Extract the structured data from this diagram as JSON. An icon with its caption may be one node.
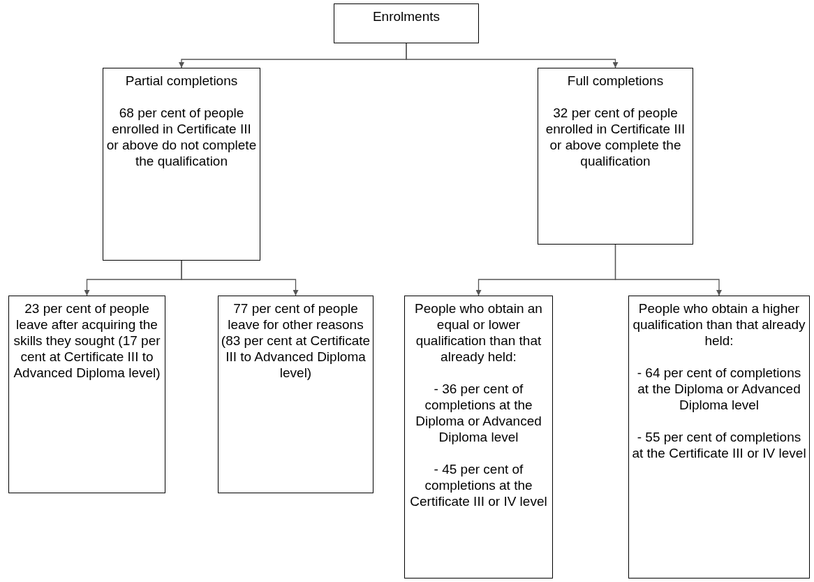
{
  "diagram": {
    "nodes": [
      {
        "text": [
          "Enrolments"
        ]
      },
      {
        "text": [
          "Partial completions",
          "68 per cent of people enrolled in Certificate III or above do not complete the qualification"
        ]
      },
      {
        "text": [
          "Full completions",
          "32 per cent of people enrolled in Certificate III or above complete the qualification"
        ]
      },
      {
        "text": [
          "23 per cent of people leave after acquiring the skills they sought (17 per cent at Certificate III to Advanced Diploma level)"
        ]
      },
      {
        "text": [
          "77 per cent of people leave for other reasons (83 per cent at Certificate III to Advanced Diploma level)"
        ]
      },
      {
        "text": [
          "People who obtain an equal or lower qualification than that already held:",
          "- 36 per cent of completions at the Diploma or Advanced Diploma level",
          "- 45 per cent of completions at the Certificate III or IV level"
        ]
      },
      {
        "text": [
          "People who obtain a higher qualification than that already held:",
          "- 64 per cent of completions at the Diploma or Advanced Diploma level",
          "- 55 per cent of completions at the Certificate III or IV level"
        ]
      }
    ],
    "edges": [
      {
        "from": 0,
        "to": 1,
        "arrow": "to"
      },
      {
        "from": 0,
        "to": 2,
        "arrow": "to"
      },
      {
        "from": 1,
        "to": 3,
        "arrow": "to"
      },
      {
        "from": 1,
        "to": 4,
        "arrow": "to"
      },
      {
        "from": 2,
        "to": 5,
        "arrow": "to"
      },
      {
        "from": 2,
        "to": 6,
        "arrow": "to"
      }
    ]
  }
}
